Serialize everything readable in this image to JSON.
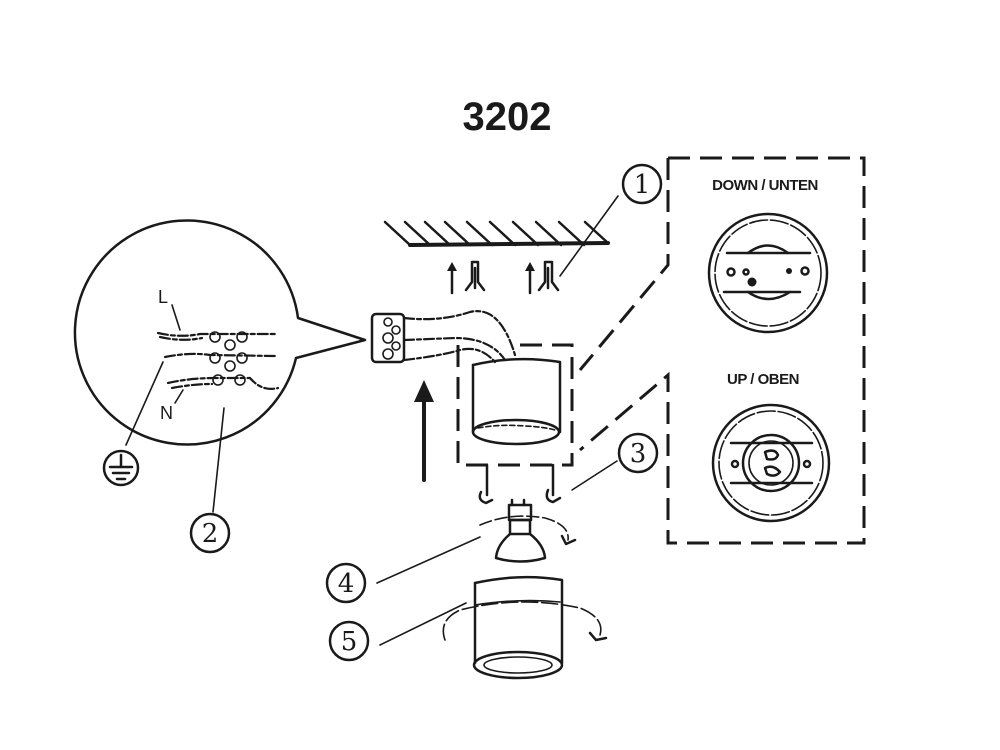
{
  "title": "3202",
  "panels": {
    "down": {
      "label": "DOWN / UNTEN"
    },
    "up": {
      "label": "UP / OBEN"
    }
  },
  "wiring": {
    "live_label": "L",
    "neutral_label": "N",
    "earth_symbol": "ground-icon"
  },
  "callouts": [
    {
      "number": "1",
      "glyph": "1",
      "target": "wall-plugs"
    },
    {
      "number": "2",
      "glyph": "2",
      "target": "terminal-block"
    },
    {
      "number": "3",
      "glyph": "3",
      "target": "spring-clips"
    },
    {
      "number": "4",
      "glyph": "4",
      "target": "gu10-lamp"
    },
    {
      "number": "5",
      "glyph": "5",
      "target": "lamp-cover"
    }
  ],
  "colors": {
    "ink": "#1a1a1a",
    "paper": "#ffffff"
  }
}
